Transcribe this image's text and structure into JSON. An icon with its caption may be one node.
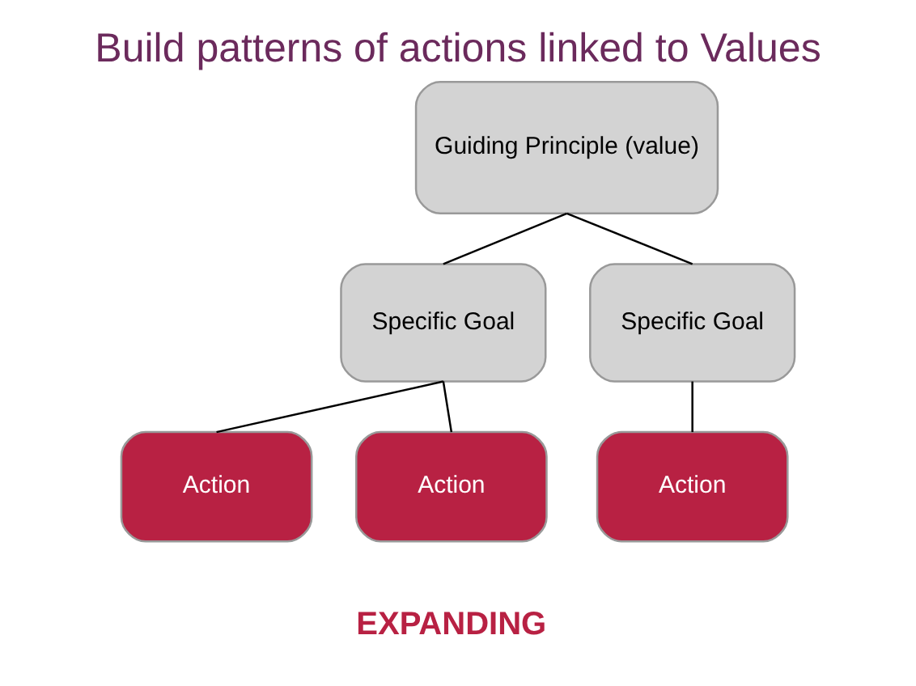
{
  "diagram": {
    "title": "Build patterns of actions linked to Values",
    "nodes": [
      {
        "text": [
          "Guiding Principle (value)"
        ]
      },
      {
        "text": [
          "Specific Goal"
        ]
      },
      {
        "text": [
          "Specific Goal"
        ]
      },
      {
        "text": [
          "Action"
        ]
      },
      {
        "text": [
          "Action"
        ]
      },
      {
        "text": [
          "Action"
        ]
      }
    ],
    "edges": [
      {
        "from": 0,
        "to": 1,
        "arrow": "none"
      },
      {
        "from": 0,
        "to": 2,
        "arrow": "none"
      },
      {
        "from": 1,
        "to": 3,
        "arrow": "none"
      },
      {
        "from": 1,
        "to": 4,
        "arrow": "none"
      },
      {
        "from": 2,
        "to": 5,
        "arrow": "none"
      }
    ],
    "labels": [
      "EXPANDING"
    ]
  }
}
